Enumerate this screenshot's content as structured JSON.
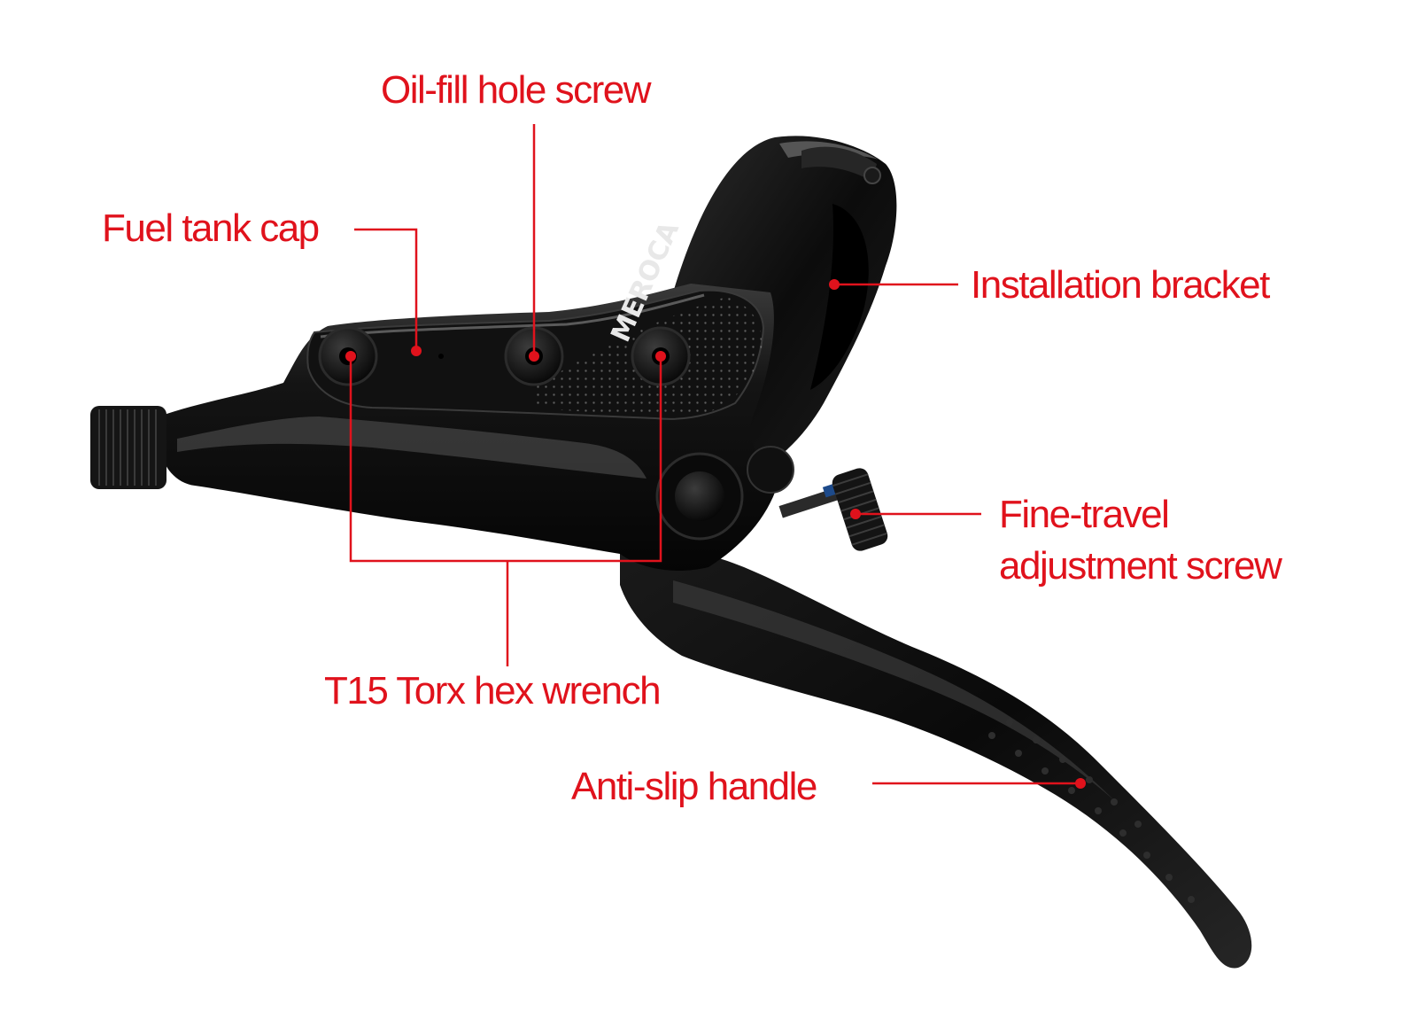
{
  "colors": {
    "label": "#e0121c",
    "leader": "#e0121c",
    "body": "#0b0b0b",
    "highlight": "#4a4a4a",
    "background": "#ffffff"
  },
  "brand": {
    "text": "MEROCA"
  },
  "labels": {
    "oil_fill_hole_screw": "Oil-fill hole screw",
    "fuel_tank_cap": "Fuel tank cap",
    "installation_bracket": "Installation bracket",
    "fine_travel_line1": "Fine-travel",
    "fine_travel_line2": "adjustment screw",
    "t15_torx_hex_wrench": "T15 Torx hex wrench",
    "anti_slip_handle": "Anti-slip handle"
  }
}
